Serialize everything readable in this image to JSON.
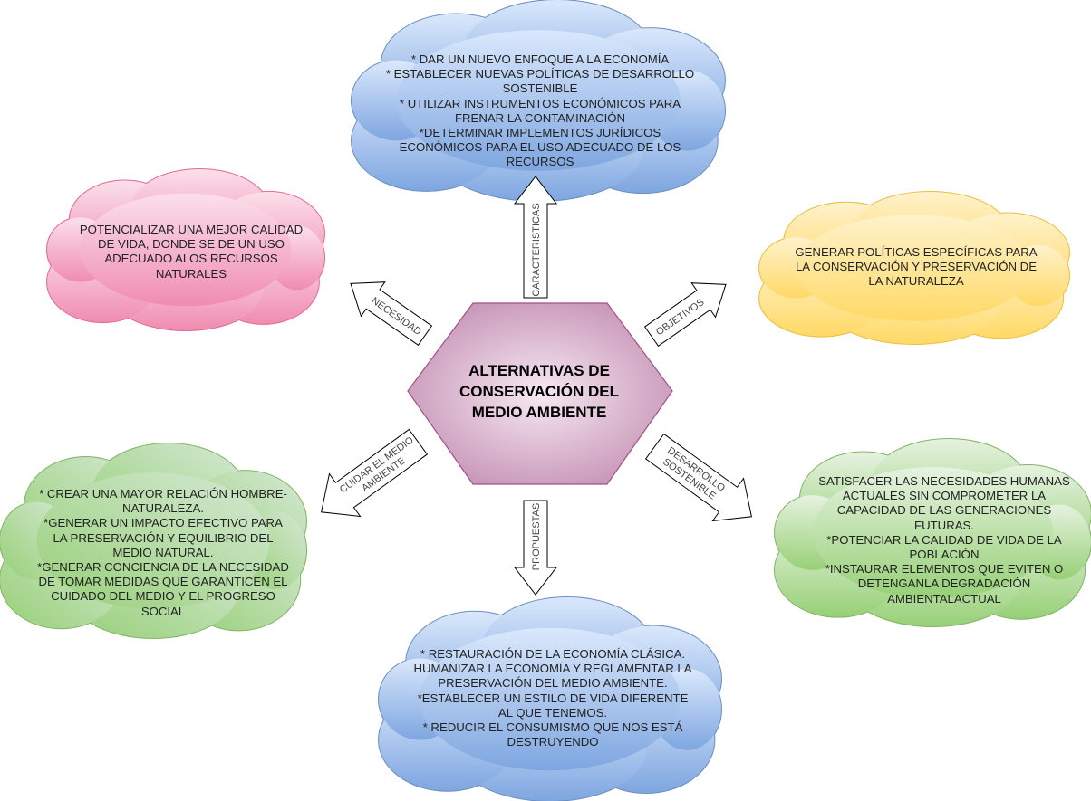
{
  "center": {
    "title": "ALTERNATIVAS DE\nCONSERVACIÓN DEL\n MEDIO AMBIENTE"
  },
  "arrows": {
    "caracteristicas": "CARACTERISTICAS",
    "necesidad": "NECESIDAD",
    "objetivos": "OBJETIVOS",
    "cuidar_1": "CUIDAR EL MEDIO",
    "cuidar_2": "AMBIENTE",
    "desarrollo_1": "DESARROLLO",
    "desarrollo_2": "SOSTENIBLE",
    "propuestas": "PROPUESTAS"
  },
  "clouds": {
    "caracteristicas": "* DAR UN NUEVO ENFOQUE A LA ECONOMÍA\n* ESTABLECER NUEVAS POLÍTICAS DE DESARROLLO SOSTENIBLE\n* UTILIZAR INSTRUMENTOS ECONÓMICOS PARA FRENAR LA CONTAMINACIÓN\n*DETERMINAR IMPLEMENTOS JURÍDICOS ECONÓMICOS PARA EL USO ADECUADO DE LOS RECURSOS",
    "necesidad": "POTENCIALIZAR UNA MEJOR CALIDAD DE VIDA, DONDE SE DE UN USO ADECUADO ALOS RECURSOS NATURALES",
    "objetivos": "GENERAR POLÍTICAS ESPECÍFICAS PARA LA CONSERVACIÓN Y PRESERVACIÓN DE LA NATURALEZA",
    "cuidar": "* CREAR UNA MAYOR RELACIÓN HOMBRE- NATURALEZA.\n*GENERAR UN IMPACTO EFECTIVO PARA LA PRESERVACIÓN Y EQUILIBRIO DEL MEDIO NATURAL.\n*GENERAR CONCIENCIA DE LA NECESIDAD DE TOMAR MEDIDAS QUE GARANTICEN EL CUIDADO DEL MEDIO Y EL PROGRESO SOCIAL",
    "desarrollo": "SATISFACER LAS NECESIDADES HUMANAS ACTUALES SIN COMPROMETER LA CAPACIDAD DE LAS GENERACIONES FUTURAS.\n*POTENCIAR LA CALIDAD DE VIDA DE LA POBLACIÓN\n*INSTAURAR ELEMENTOS QUE EVITEN O DETENGANLA DEGRADACIÓN AMBIENTALACTUAL",
    "propuestas": "* RESTAURACIÓN DE LA ECONOMÍA CLÁSICA.\nHUMANIZAR LA ECONOMÍA Y REGLAMENTAR LA PRESERVACIÓN DEL MEDIO AMBIENTE.\n*ESTABLECER UN  ESTILO DE VIDA DIFERENTE AL QUE TENEMOS.\n* REDUCIR EL CONSUMISMO QUE NOS ESTÁ DESTRUYENDO"
  },
  "colors": {
    "blue": "#7ea6e0",
    "pink": "#f08cb0",
    "yellow": "#ffd966",
    "green": "#97d077",
    "hex": "#c490b4"
  }
}
